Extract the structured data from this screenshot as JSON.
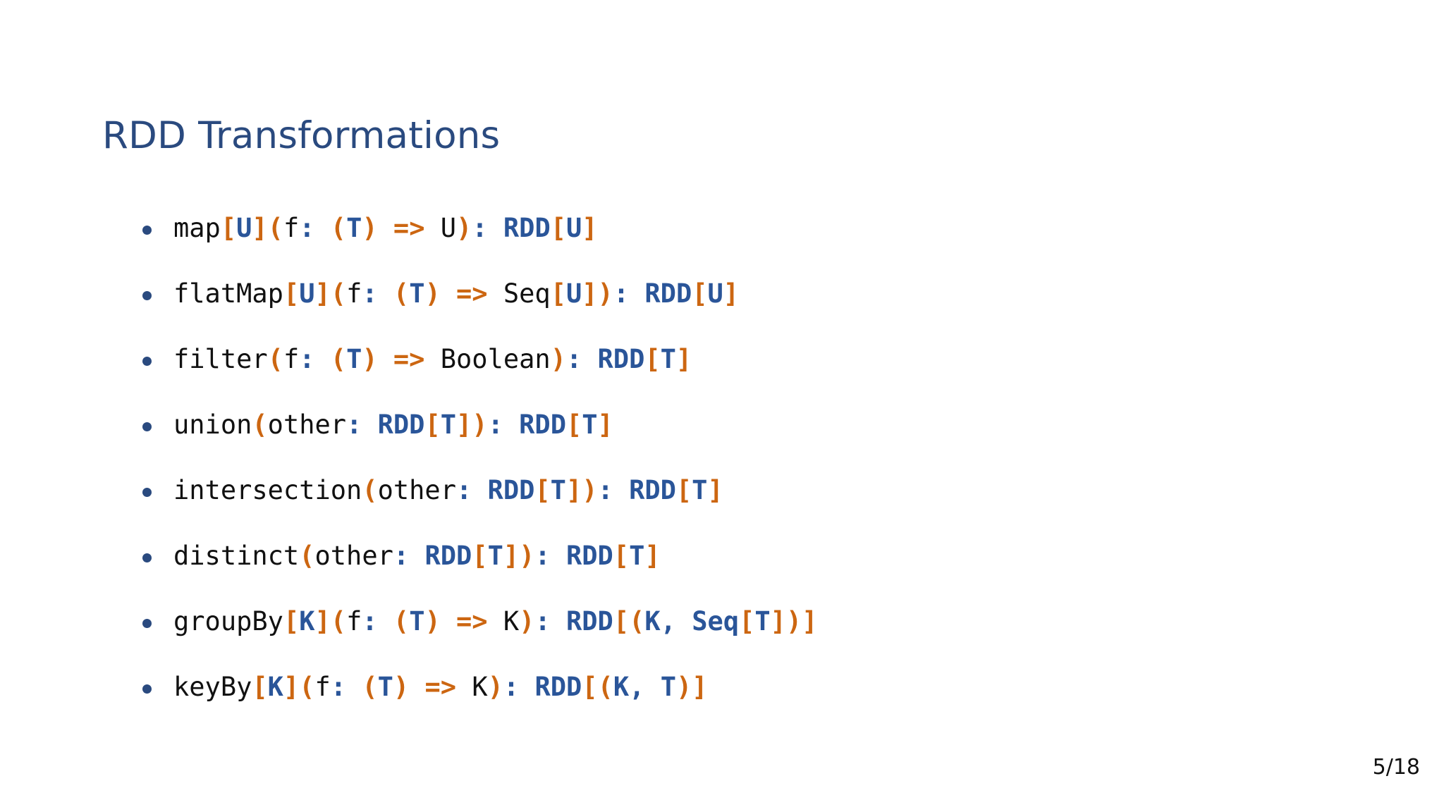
{
  "slide": {
    "title": "RDD Transformations",
    "page_label": "5/18",
    "colors": {
      "title": "#2a4a7f",
      "bullet": "#2a4a7f",
      "plain_text": "#111111",
      "orange_token": "#cc6611",
      "blue_token": "#2a5599",
      "background": "#ffffff"
    }
  },
  "bullets": [
    {
      "plain": "map[U](f: (T) => U): RDD[U]",
      "tokens": [
        {
          "t": "map",
          "c": "plain"
        },
        {
          "t": "[",
          "c": "orange"
        },
        {
          "t": "U",
          "c": "blue"
        },
        {
          "t": "]",
          "c": "orange"
        },
        {
          "t": "(",
          "c": "orange"
        },
        {
          "t": "f",
          "c": "plain"
        },
        {
          "t": ":",
          "c": "colon"
        },
        {
          "t": " ",
          "c": "plain"
        },
        {
          "t": "(",
          "c": "orange"
        },
        {
          "t": "T",
          "c": "blue"
        },
        {
          "t": ")",
          "c": "orange"
        },
        {
          "t": " ",
          "c": "plain"
        },
        {
          "t": "=>",
          "c": "orange"
        },
        {
          "t": " U",
          "c": "plain"
        },
        {
          "t": ")",
          "c": "orange"
        },
        {
          "t": ":",
          "c": "colon"
        },
        {
          "t": " ",
          "c": "plain"
        },
        {
          "t": "RDD",
          "c": "blue"
        },
        {
          "t": "[",
          "c": "orange"
        },
        {
          "t": "U",
          "c": "blue"
        },
        {
          "t": "]",
          "c": "orange"
        }
      ]
    },
    {
      "plain": "flatMap[U](f: (T) => Seq[U]): RDD[U]",
      "tokens": [
        {
          "t": "flatMap",
          "c": "plain"
        },
        {
          "t": "[",
          "c": "orange"
        },
        {
          "t": "U",
          "c": "blue"
        },
        {
          "t": "]",
          "c": "orange"
        },
        {
          "t": "(",
          "c": "orange"
        },
        {
          "t": "f",
          "c": "plain"
        },
        {
          "t": ":",
          "c": "colon"
        },
        {
          "t": " ",
          "c": "plain"
        },
        {
          "t": "(",
          "c": "orange"
        },
        {
          "t": "T",
          "c": "blue"
        },
        {
          "t": ")",
          "c": "orange"
        },
        {
          "t": " ",
          "c": "plain"
        },
        {
          "t": "=>",
          "c": "orange"
        },
        {
          "t": " Seq",
          "c": "plain"
        },
        {
          "t": "[",
          "c": "orange"
        },
        {
          "t": "U",
          "c": "blue"
        },
        {
          "t": "]",
          "c": "orange"
        },
        {
          "t": ")",
          "c": "orange"
        },
        {
          "t": ":",
          "c": "colon"
        },
        {
          "t": " ",
          "c": "plain"
        },
        {
          "t": "RDD",
          "c": "blue"
        },
        {
          "t": "[",
          "c": "orange"
        },
        {
          "t": "U",
          "c": "blue"
        },
        {
          "t": "]",
          "c": "orange"
        }
      ]
    },
    {
      "plain": "filter(f: (T) => Boolean): RDD[T]",
      "tokens": [
        {
          "t": "filter",
          "c": "plain"
        },
        {
          "t": "(",
          "c": "orange"
        },
        {
          "t": "f",
          "c": "plain"
        },
        {
          "t": ":",
          "c": "colon"
        },
        {
          "t": " ",
          "c": "plain"
        },
        {
          "t": "(",
          "c": "orange"
        },
        {
          "t": "T",
          "c": "blue"
        },
        {
          "t": ")",
          "c": "orange"
        },
        {
          "t": " ",
          "c": "plain"
        },
        {
          "t": "=>",
          "c": "orange"
        },
        {
          "t": " Boolean",
          "c": "plain"
        },
        {
          "t": ")",
          "c": "orange"
        },
        {
          "t": ":",
          "c": "colon"
        },
        {
          "t": " ",
          "c": "plain"
        },
        {
          "t": "RDD",
          "c": "blue"
        },
        {
          "t": "[",
          "c": "orange"
        },
        {
          "t": "T",
          "c": "blue"
        },
        {
          "t": "]",
          "c": "orange"
        }
      ]
    },
    {
      "plain": "union(other: RDD[T]): RDD[T]",
      "tokens": [
        {
          "t": "union",
          "c": "plain"
        },
        {
          "t": "(",
          "c": "orange"
        },
        {
          "t": "other",
          "c": "plain"
        },
        {
          "t": ":",
          "c": "colon"
        },
        {
          "t": " ",
          "c": "plain"
        },
        {
          "t": "RDD",
          "c": "blue"
        },
        {
          "t": "[",
          "c": "orange"
        },
        {
          "t": "T",
          "c": "blue"
        },
        {
          "t": "]",
          "c": "orange"
        },
        {
          "t": ")",
          "c": "orange"
        },
        {
          "t": ":",
          "c": "colon"
        },
        {
          "t": " ",
          "c": "plain"
        },
        {
          "t": "RDD",
          "c": "blue"
        },
        {
          "t": "[",
          "c": "orange"
        },
        {
          "t": "T",
          "c": "blue"
        },
        {
          "t": "]",
          "c": "orange"
        }
      ]
    },
    {
      "plain": "intersection(other: RDD[T]): RDD[T]",
      "tokens": [
        {
          "t": "intersection",
          "c": "plain"
        },
        {
          "t": "(",
          "c": "orange"
        },
        {
          "t": "other",
          "c": "plain"
        },
        {
          "t": ":",
          "c": "colon"
        },
        {
          "t": " ",
          "c": "plain"
        },
        {
          "t": "RDD",
          "c": "blue"
        },
        {
          "t": "[",
          "c": "orange"
        },
        {
          "t": "T",
          "c": "blue"
        },
        {
          "t": "]",
          "c": "orange"
        },
        {
          "t": ")",
          "c": "orange"
        },
        {
          "t": ":",
          "c": "colon"
        },
        {
          "t": " ",
          "c": "plain"
        },
        {
          "t": "RDD",
          "c": "blue"
        },
        {
          "t": "[",
          "c": "orange"
        },
        {
          "t": "T",
          "c": "blue"
        },
        {
          "t": "]",
          "c": "orange"
        }
      ]
    },
    {
      "plain": "distinct(other: RDD[T]): RDD[T]",
      "tokens": [
        {
          "t": "distinct",
          "c": "plain"
        },
        {
          "t": "(",
          "c": "orange"
        },
        {
          "t": "other",
          "c": "plain"
        },
        {
          "t": ":",
          "c": "colon"
        },
        {
          "t": " ",
          "c": "plain"
        },
        {
          "t": "RDD",
          "c": "blue"
        },
        {
          "t": "[",
          "c": "orange"
        },
        {
          "t": "T",
          "c": "blue"
        },
        {
          "t": "]",
          "c": "orange"
        },
        {
          "t": ")",
          "c": "orange"
        },
        {
          "t": ":",
          "c": "colon"
        },
        {
          "t": " ",
          "c": "plain"
        },
        {
          "t": "RDD",
          "c": "blue"
        },
        {
          "t": "[",
          "c": "orange"
        },
        {
          "t": "T",
          "c": "blue"
        },
        {
          "t": "]",
          "c": "orange"
        }
      ]
    },
    {
      "plain": "groupBy[K](f: (T) => K): RDD[(K, Seq[T])]",
      "tokens": [
        {
          "t": "groupBy",
          "c": "plain"
        },
        {
          "t": "[",
          "c": "orange"
        },
        {
          "t": "K",
          "c": "blue"
        },
        {
          "t": "]",
          "c": "orange"
        },
        {
          "t": "(",
          "c": "orange"
        },
        {
          "t": "f",
          "c": "plain"
        },
        {
          "t": ":",
          "c": "colon"
        },
        {
          "t": " ",
          "c": "plain"
        },
        {
          "t": "(",
          "c": "orange"
        },
        {
          "t": "T",
          "c": "blue"
        },
        {
          "t": ")",
          "c": "orange"
        },
        {
          "t": " ",
          "c": "plain"
        },
        {
          "t": "=>",
          "c": "orange"
        },
        {
          "t": " K",
          "c": "plain"
        },
        {
          "t": ")",
          "c": "orange"
        },
        {
          "t": ":",
          "c": "colon"
        },
        {
          "t": " ",
          "c": "plain"
        },
        {
          "t": "RDD",
          "c": "blue"
        },
        {
          "t": "[",
          "c": "orange"
        },
        {
          "t": "(",
          "c": "orange"
        },
        {
          "t": "K,",
          "c": "blue"
        },
        {
          "t": " ",
          "c": "plain"
        },
        {
          "t": "Seq",
          "c": "blue"
        },
        {
          "t": "[",
          "c": "orange"
        },
        {
          "t": "T",
          "c": "blue"
        },
        {
          "t": "]",
          "c": "orange"
        },
        {
          "t": ")",
          "c": "orange"
        },
        {
          "t": "]",
          "c": "orange"
        }
      ]
    },
    {
      "plain": "keyBy[K](f: (T) => K): RDD[(K, T)]",
      "tokens": [
        {
          "t": "keyBy",
          "c": "plain"
        },
        {
          "t": "[",
          "c": "orange"
        },
        {
          "t": "K",
          "c": "blue"
        },
        {
          "t": "]",
          "c": "orange"
        },
        {
          "t": "(",
          "c": "orange"
        },
        {
          "t": "f",
          "c": "plain"
        },
        {
          "t": ":",
          "c": "colon"
        },
        {
          "t": " ",
          "c": "plain"
        },
        {
          "t": "(",
          "c": "orange"
        },
        {
          "t": "T",
          "c": "blue"
        },
        {
          "t": ")",
          "c": "orange"
        },
        {
          "t": " ",
          "c": "plain"
        },
        {
          "t": "=>",
          "c": "orange"
        },
        {
          "t": " K",
          "c": "plain"
        },
        {
          "t": ")",
          "c": "orange"
        },
        {
          "t": ":",
          "c": "colon"
        },
        {
          "t": " ",
          "c": "plain"
        },
        {
          "t": "RDD",
          "c": "blue"
        },
        {
          "t": "[",
          "c": "orange"
        },
        {
          "t": "(",
          "c": "orange"
        },
        {
          "t": "K,",
          "c": "blue"
        },
        {
          "t": " ",
          "c": "plain"
        },
        {
          "t": "T",
          "c": "blue"
        },
        {
          "t": ")",
          "c": "orange"
        },
        {
          "t": "]",
          "c": "orange"
        }
      ]
    }
  ]
}
